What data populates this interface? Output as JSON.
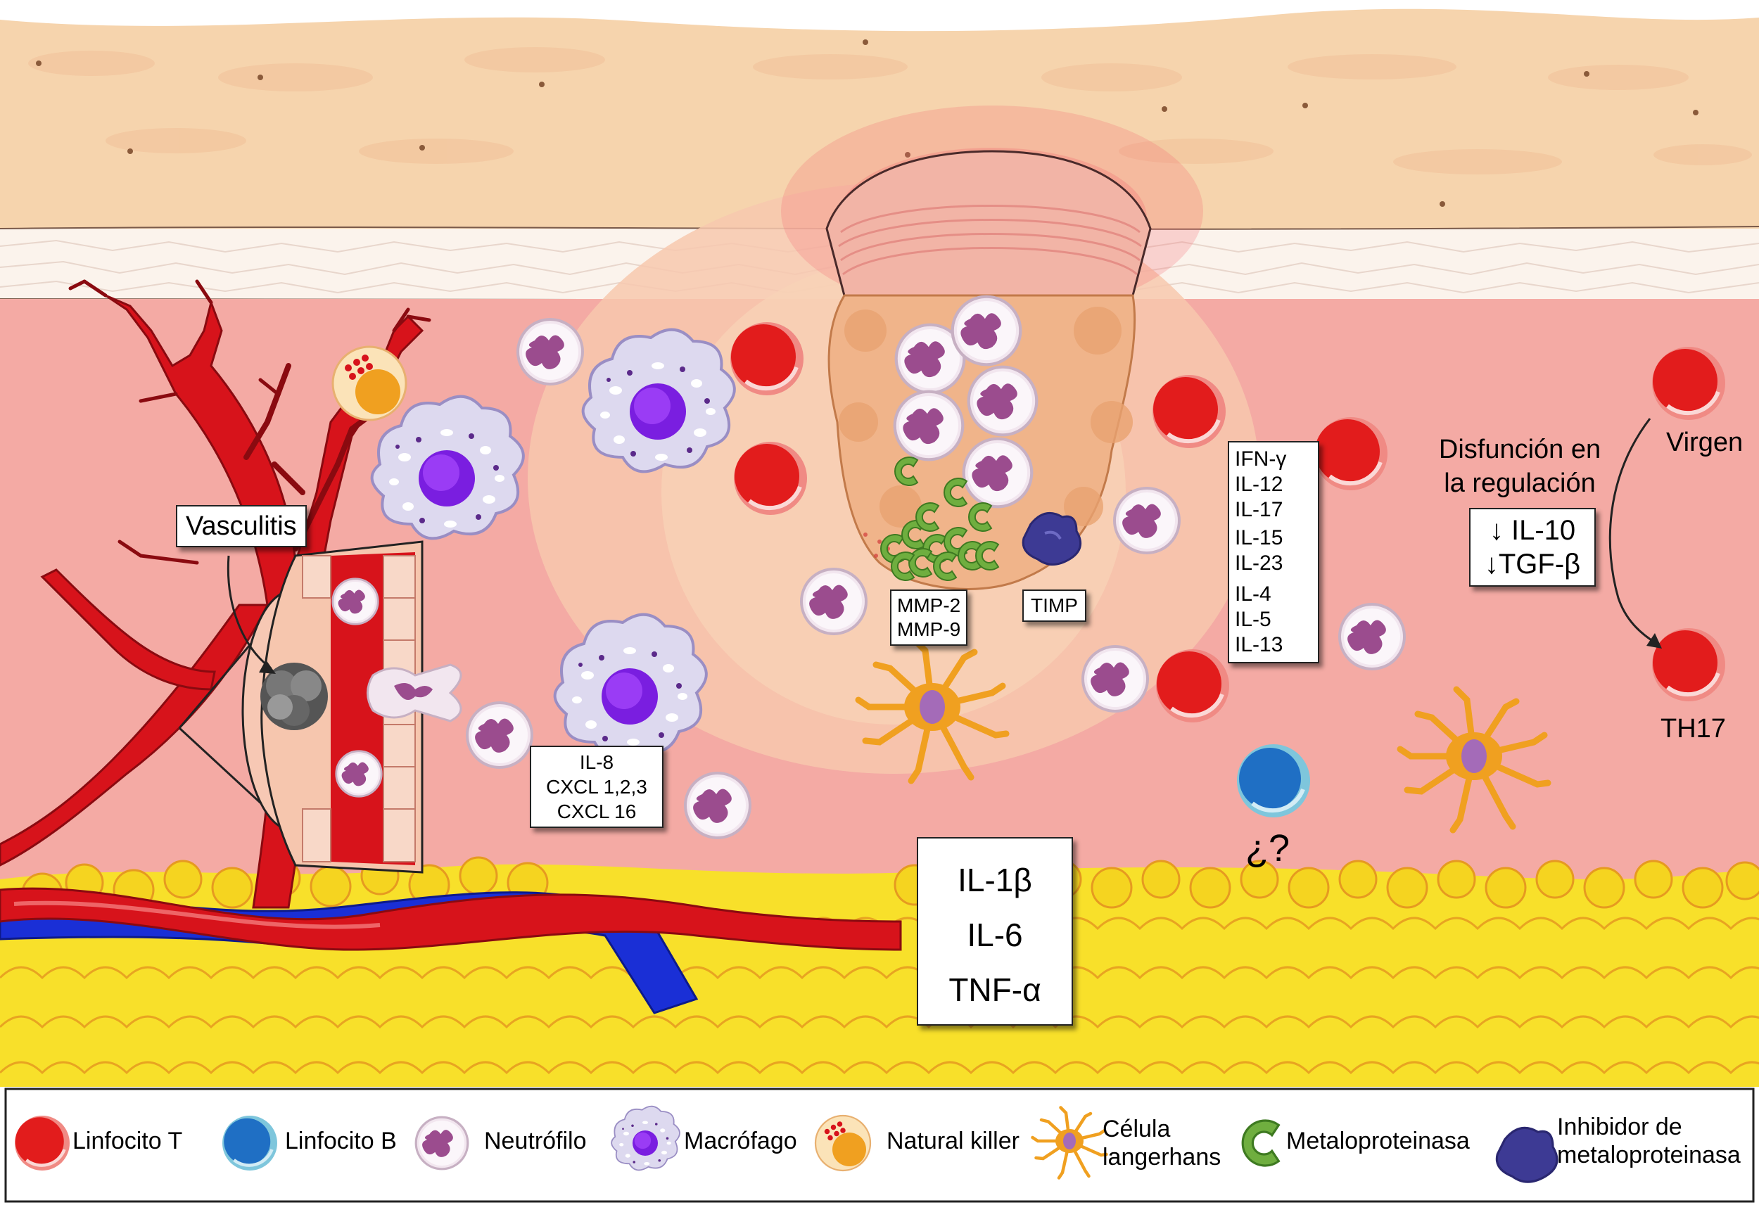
{
  "labels": {
    "vasculitis": "Vasculitis",
    "mmp": [
      "MMP-2",
      "MMP-9"
    ],
    "timp": "TIMP",
    "chemokines": [
      "IL-8",
      "CXCL 1,2,3",
      "CXCL 16"
    ],
    "cytokines_center": [
      "IL-1β",
      "IL-6",
      "TNF-α"
    ],
    "cytokines_list": [
      "IFN-γ",
      "IL-12",
      "IL-17",
      "IL-15",
      "IL-23",
      "IL-4",
      "IL-5",
      "IL-13"
    ],
    "dysfunction": [
      "Disfunción en",
      "la regulación"
    ],
    "regulation": [
      "↓ IL-10",
      "↓TGF-β"
    ],
    "question": "¿?",
    "naive": "Virgen",
    "th17": "TH17"
  },
  "legend": [
    {
      "icon": "t-lymphocyte-icon",
      "label": "Linfocito T"
    },
    {
      "icon": "b-lymphocyte-icon",
      "label": "Linfocito B"
    },
    {
      "icon": "neutrophil-icon",
      "label": "Neutrófilo"
    },
    {
      "icon": "macrophage-icon",
      "label": "Macrófago"
    },
    {
      "icon": "natural-killer-icon",
      "label": "Natural killer"
    },
    {
      "icon": "langerhans-cell-icon",
      "label_lines": [
        "Célula",
        "langerhans"
      ]
    },
    {
      "icon": "metalloproteinase-icon",
      "label": "Metaloproteinasa"
    },
    {
      "icon": "metalloproteinase-inhibitor-icon",
      "label_lines": [
        "Inhibidor de",
        "metaloproteinasa"
      ]
    }
  ],
  "colors": {
    "epidermis": "#f6d4ad",
    "dermis": "#f4aaa4",
    "fat": "#f8e02a",
    "artery": "#d7131b",
    "vein": "#1a2fd6",
    "t_cell": "#e21c1c",
    "b_cell": "#1f6fc4",
    "neutrophil_nucleus": "#9b4c8e",
    "macrophage_nucleus": "#7a1ee0",
    "langerhans": "#f0a020",
    "metalloproteinase": "#6fae3f",
    "inhibitor": "#3d3a94"
  }
}
